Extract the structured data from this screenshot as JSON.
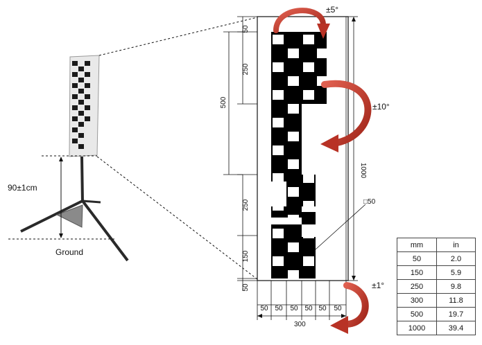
{
  "tripod": {
    "height_label": "90±1cm",
    "ground_label": "Ground"
  },
  "target": {
    "rotation_labels": [
      "±5°",
      "±10°",
      "±1°"
    ],
    "square_label": "□50",
    "vertical_dims": [
      "50",
      "250",
      "500",
      "250",
      "150",
      "50"
    ],
    "total_height_label": "1000",
    "bottom_dims": [
      "50",
      "50",
      "50",
      "50",
      "50",
      "50"
    ],
    "total_width_label": "300"
  },
  "conversion_table": {
    "headers": [
      "mm",
      "in"
    ],
    "rows": [
      [
        "50",
        "2.0"
      ],
      [
        "150",
        "5.9"
      ],
      [
        "250",
        "9.8"
      ],
      [
        "300",
        "11.8"
      ],
      [
        "500",
        "19.7"
      ],
      [
        "1000",
        "39.4"
      ]
    ]
  },
  "colors": {
    "arrow_red": "#c0392b",
    "pattern": "#000000"
  }
}
